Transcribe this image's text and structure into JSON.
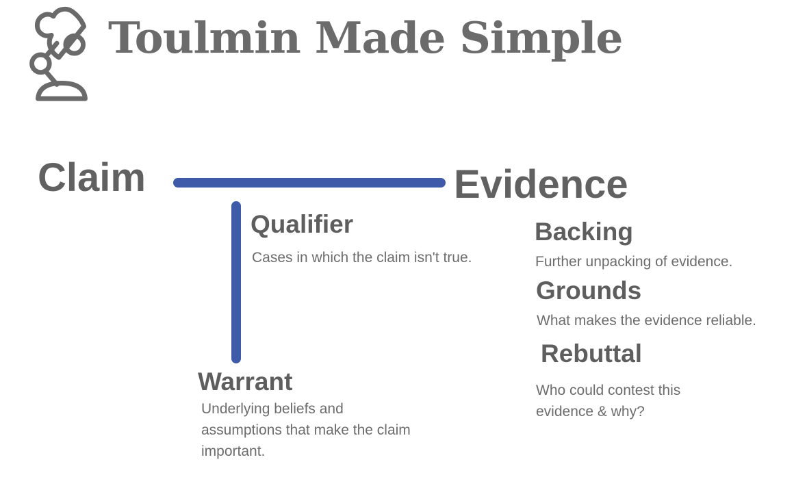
{
  "title": "Toulmin Made Simple",
  "colors": {
    "accent_blue": "#3f5aa9",
    "title_gray": "#6b6b6b",
    "label_gray": "#616161",
    "body_gray": "#6c6c6c"
  },
  "icons": {
    "lamp": "desk-lamp-icon"
  },
  "diagram": {
    "claim": {
      "label": "Claim"
    },
    "evidence": {
      "label": "Evidence"
    },
    "qualifier": {
      "label": "Qualifier",
      "description": "Cases in which the claim isn't true."
    },
    "warrant": {
      "label": "Warrant",
      "description": "Underlying beliefs and assumptions that make the claim important."
    },
    "backing": {
      "label": "Backing",
      "description": "Further unpacking of evidence."
    },
    "grounds": {
      "label": "Grounds",
      "description": "What makes the evidence reliable."
    },
    "rebuttal": {
      "label": "Rebuttal",
      "description": "Who could contest this evidence & why?"
    }
  }
}
